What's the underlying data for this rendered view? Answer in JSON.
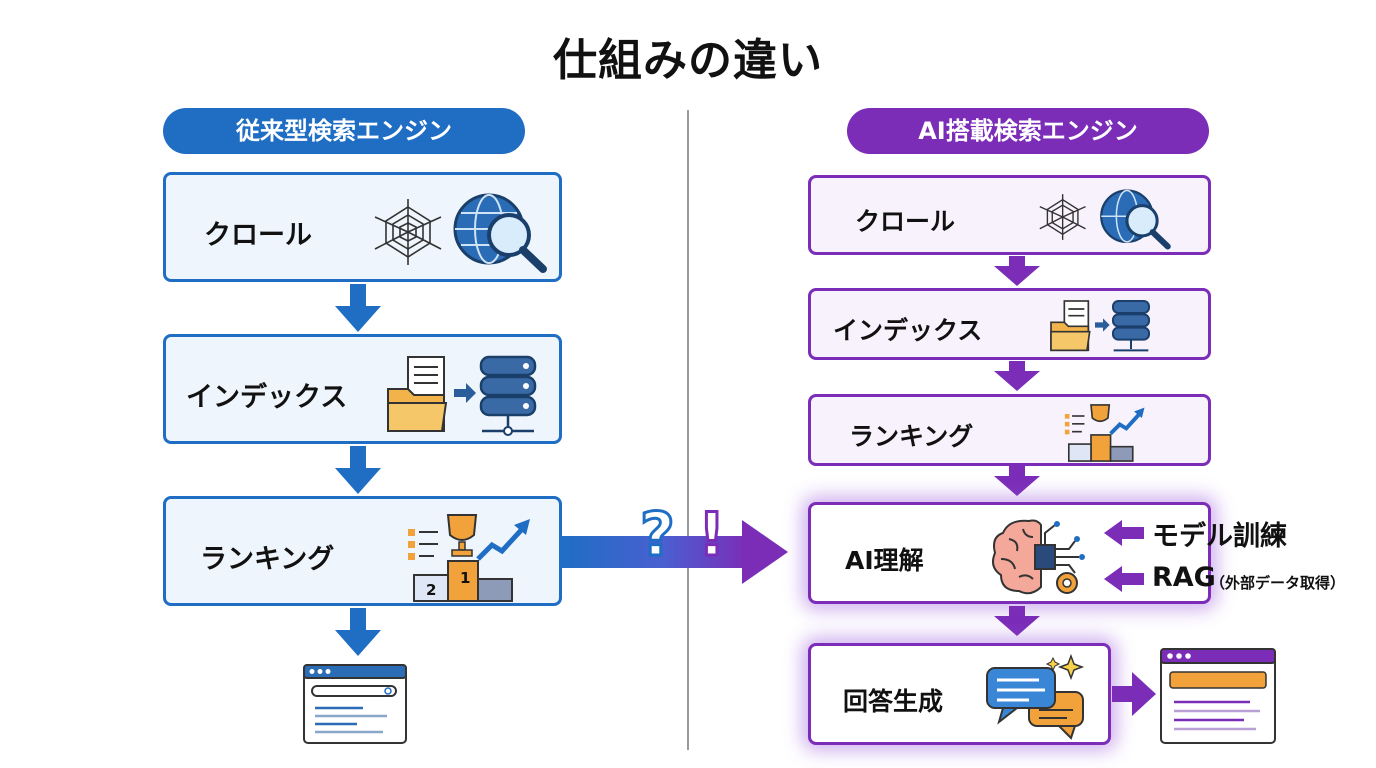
{
  "title": "仕組みの違い",
  "left": {
    "header": "従来型検索エンジン",
    "steps": [
      "クロール",
      "インデックス",
      "ランキング"
    ]
  },
  "right": {
    "header": "AI搭載検索エンジン",
    "steps": [
      "クロール",
      "インデックス",
      "ランキング",
      "AI理解",
      "回答生成"
    ],
    "inputs": {
      "training": "モデル訓練",
      "rag": "RAG",
      "rag_note": "（外部データ取得）"
    }
  },
  "bridge_marks": [
    "?",
    "!"
  ],
  "rank_labels": {
    "first": "1",
    "second": "2"
  },
  "colors": {
    "blue": "#1f6ec4",
    "purple": "#7b2db8",
    "orange": "#f2a23a"
  }
}
